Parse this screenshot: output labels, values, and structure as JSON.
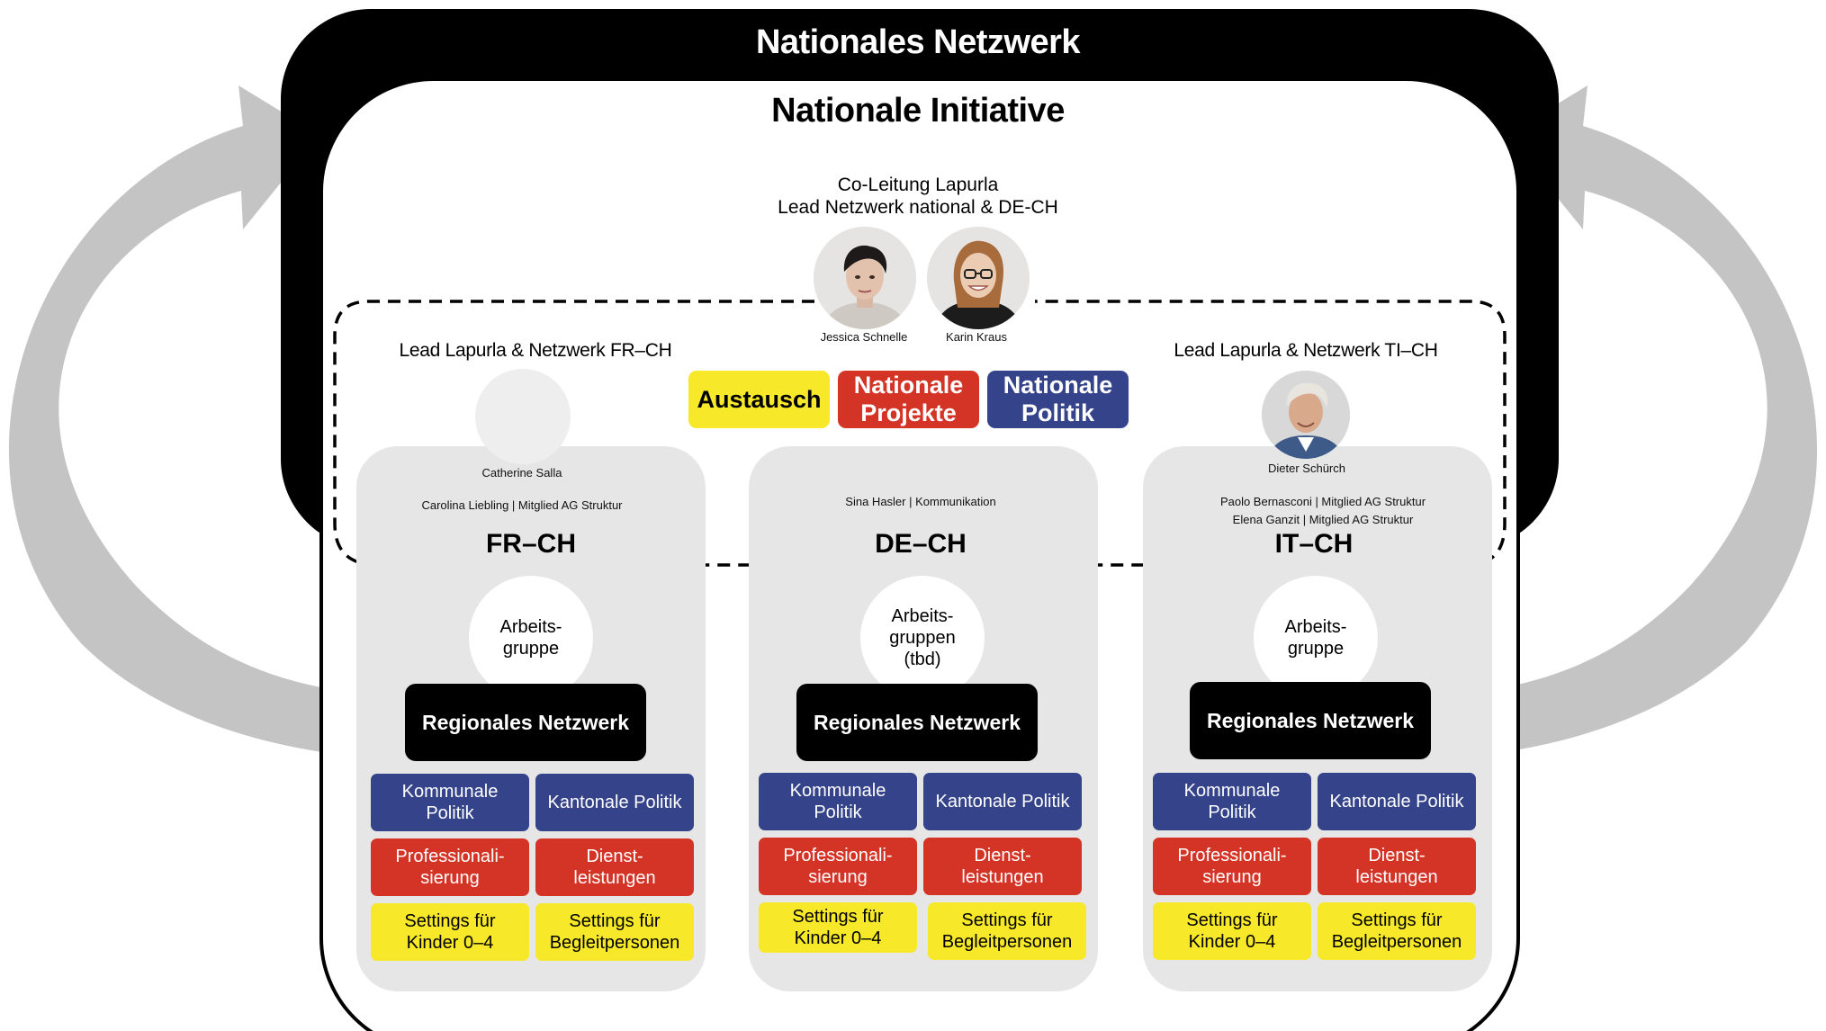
{
  "titles": {
    "outer": "Nationales Netzwerk",
    "inner": "Nationale Initiative"
  },
  "co_lead": {
    "line1": "Co-Leitung Lapurla",
    "line2": "Lead Netzwerk national & DE-CH",
    "people": [
      "Jessica Schnelle",
      "Karin Kraus"
    ]
  },
  "tags": {
    "austausch": "Austausch",
    "projekte_1": "Nationale",
    "projekte_2": "Projekte",
    "politik_1": "Nationale",
    "politik_2": "Politik"
  },
  "colors": {
    "black": "#000000",
    "panel_gray": "#e6e6e6",
    "arrow_gray": "#c4c4c4",
    "blue": "#34438a",
    "red": "#d43426",
    "yellow": "#f7e92a"
  },
  "regions": {
    "fr": {
      "lead": "Lead Lapurla & Netzwerk FR–CH",
      "person": "Catherine Salla",
      "members": [
        "Carolina Liebling | Mitglied AG Struktur"
      ],
      "title": "FR–CH",
      "ag_1": "Arbeits-",
      "ag_2": "gruppe",
      "ag_3": ""
    },
    "de": {
      "members": [
        "Sina Hasler | Kommunikation"
      ],
      "title": "DE–CH",
      "ag_1": "Arbeits-",
      "ag_2": "gruppen",
      "ag_3": "(tbd)"
    },
    "it": {
      "lead": "Lead Lapurla & Netzwerk TI–CH",
      "person": "Dieter Schürch",
      "members": [
        "Paolo Bernasconi | Mitglied AG Struktur",
        "Elena Ganzit | Mitglied AG Struktur"
      ],
      "title": "IT–CH",
      "ag_1": "Arbeits-",
      "ag_2": "gruppe",
      "ag_3": ""
    }
  },
  "regional_network": "Regionales Netzwerk",
  "tiles": {
    "kommunal_1": "Kommunale",
    "kommunal_2": "Politik",
    "kantonal": "Kantonale Politik",
    "prof_1": "Professionali-",
    "prof_2": "sierung",
    "dienst_1": "Dienst-",
    "dienst_2": "leistungen",
    "kinder_1": "Settings für",
    "kinder_2": "Kinder 0–4",
    "begleit_1": "Settings für",
    "begleit_2": "Begleitpersonen"
  }
}
